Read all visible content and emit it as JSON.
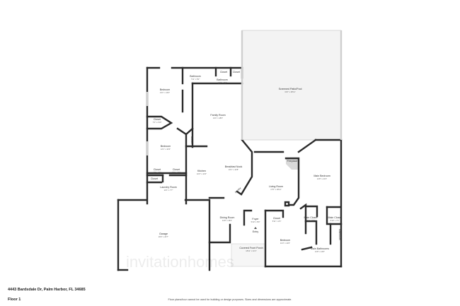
{
  "address": "4443 Bardsdale Dr, Palm Harbor, FL 34685",
  "floor": "Floor 1",
  "disclaimer": "Floor plans/tour cannot be used for building or design purposes. Sizes and dimensions are approximate.",
  "watermark": "invitationhomes",
  "colors": {
    "wall": "#2b2b2b",
    "patio_fill": "#f3f3f3",
    "fireplace": "#d9d9d9",
    "background": "#ffffff"
  },
  "rooms": [
    {
      "name": "Bedroom",
      "dim": "13'1\" x 13'0\""
    },
    {
      "name": "Bathroom",
      "dim": "7'11\" x 8'2\""
    },
    {
      "name": "Bathroom",
      "dim": "10'0\" x 8'2\""
    },
    {
      "name": "Closet",
      "dim": ""
    },
    {
      "name": "Closet",
      "dim": ""
    },
    {
      "name": "Family Room",
      "dim": "14'1\" x 18'0\""
    },
    {
      "name": "Closet",
      "dim": "7'4\" x 4'10\""
    },
    {
      "name": "Closet",
      "dim": ""
    },
    {
      "name": "Bedroom",
      "dim": "12'1\" x 10'4\""
    },
    {
      "name": "Closet",
      "dim": "4'0\" x 2'3\""
    },
    {
      "name": "Closet",
      "dim": "5'9\" x 2'3\""
    },
    {
      "name": "Closet",
      "dim": ""
    },
    {
      "name": "Kitchen",
      "dim": "10'2\" x 11'3\""
    },
    {
      "name": "Breakfast Nook",
      "dim": "16'1\" x 13'8\""
    },
    {
      "name": "Laundry Room",
      "dim": "12'1\" x 7'7\""
    },
    {
      "name": "Pantry",
      "dim": ""
    },
    {
      "name": "Screened Patio/Pool",
      "dim": "31'0\" x 28'11\""
    },
    {
      "name": "Fireplace",
      "dim": ""
    },
    {
      "name": "Living Room",
      "dim": "17'0\" x 18'11\""
    },
    {
      "name": "Main Bedroom",
      "dim": "12'8\" x 21'0\""
    },
    {
      "name": "Main Closet",
      "dim": "8'1\" x 6'0\""
    },
    {
      "name": "Main Closet",
      "dim": "5'10\" x 7'4\""
    },
    {
      "name": "Garage",
      "dim": "20'0\" x 23'7\""
    },
    {
      "name": "Dining Room",
      "dim": "11'8\" x 18'2\""
    },
    {
      "name": "Foyer",
      "dim": "5'10\" x 8'0\""
    },
    {
      "name": "Entry",
      "dim": ""
    },
    {
      "name": "Closet",
      "dim": "5'11\" x 2'3\""
    },
    {
      "name": "Bedroom",
      "dim": "11'3\" x 14'0\""
    },
    {
      "name": "Covered Front Porch",
      "dim": "18'11\" x 10'1\""
    },
    {
      "name": "Main Bathrooms",
      "dim": "11'8\" x 14'0\""
    },
    {
      "name": "Bathroom",
      "dim": ""
    }
  ]
}
